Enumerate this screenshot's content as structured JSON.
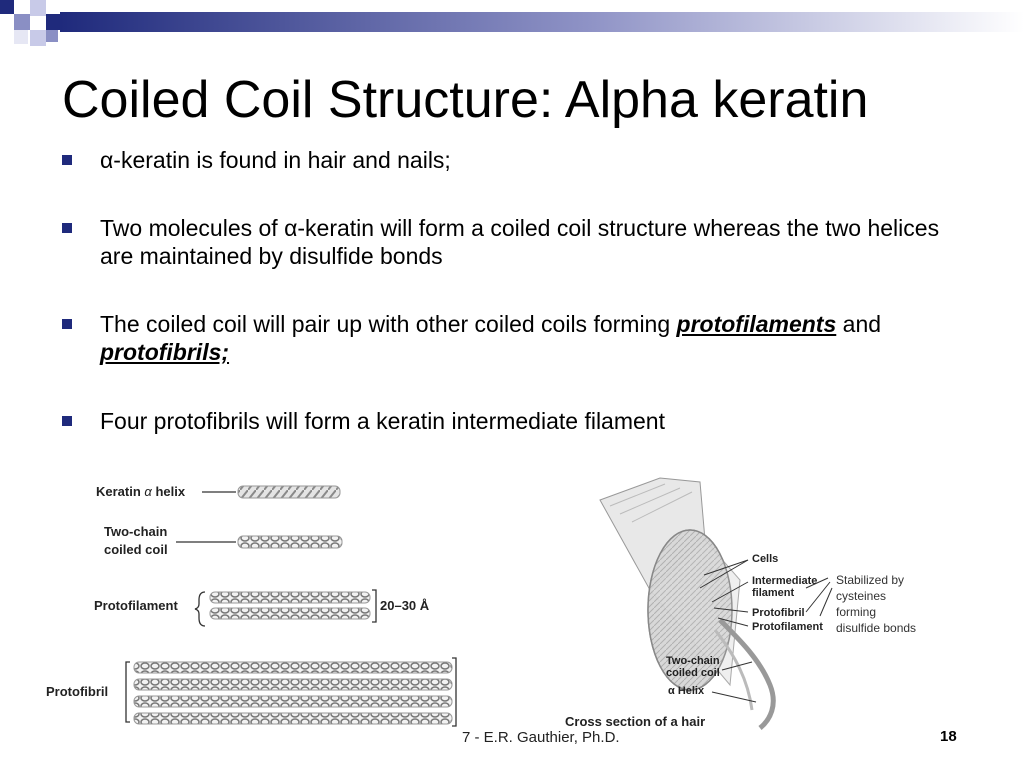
{
  "slide": {
    "title": "Coiled Coil Structure: Alpha keratin",
    "bullets": [
      {
        "text": "α-keratin is found in hair and nails;"
      },
      {
        "text": "Two molecules of α-keratin will form a coiled coil structure whereas the two helices are maintained by disulfide bonds"
      },
      {
        "pre": "The coiled coil will pair up with other coiled coils forming ",
        "em1": "protofilaments",
        "mid": " and ",
        "em2": "protofibrils;"
      },
      {
        "text": "Four protofibrils will form a keratin intermediate filament"
      }
    ]
  },
  "figure": {
    "left": {
      "keratin_label_1": "Keratin",
      "keratin_alpha": "α",
      "keratin_label_2": "helix",
      "two_chain_1": "Two-chain",
      "two_chain_2": "coiled coil",
      "protofilament": "Protofilament",
      "dimension": "20–30 Å",
      "protofibril": "Protofibril"
    },
    "right": {
      "cells": "Cells",
      "intermediate_1": "Intermediate",
      "intermediate_2": "filament",
      "protofibril": "Protofibril",
      "protofilament": "Protofilament",
      "stabilized_1": "Stabilized by",
      "stabilized_2": "cysteines",
      "stabilized_3": "forming",
      "stabilized_4": "disulfide bonds",
      "two_chain_1": "Two-chain",
      "two_chain_2": "coiled coil",
      "alpha_helix": "α Helix",
      "cross_section": "Cross section of a hair"
    }
  },
  "footer": {
    "text": "7 - E.R. Gauthier, Ph.D.",
    "page_number": "18"
  },
  "colors": {
    "accent": "#1f2a7c",
    "accent_light": "#8a8fc4"
  }
}
